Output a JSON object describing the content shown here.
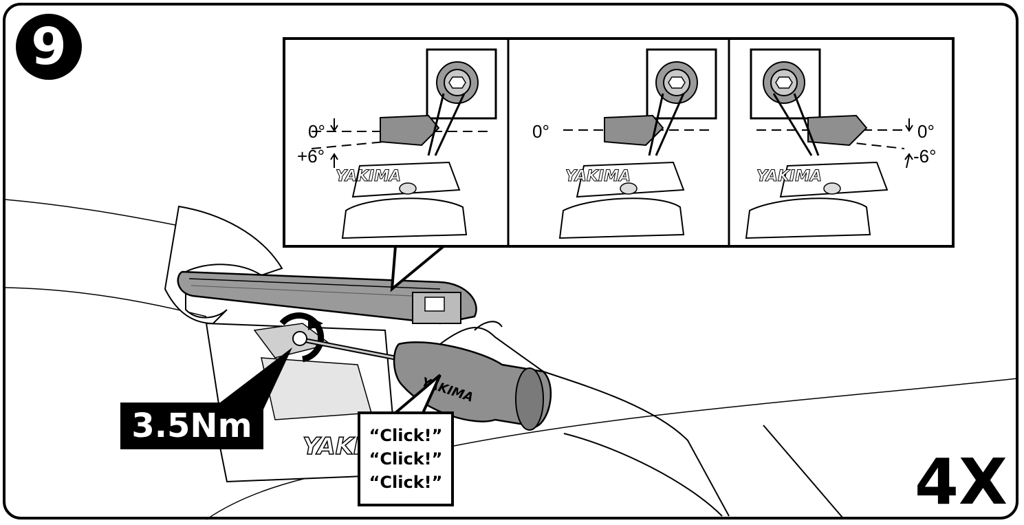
{
  "step": {
    "number": "9"
  },
  "panels": [
    {
      "upper_angle": "0°",
      "lower_angle": "+6°",
      "brand": "YAKIMA"
    },
    {
      "center_angle": "0°",
      "brand": "YAKIMA"
    },
    {
      "upper_angle": "0°",
      "lower_angle": "-6°",
      "brand": "YAKIMA"
    }
  ],
  "torque": {
    "label": "3.5Nm"
  },
  "sound": {
    "lines": [
      "“Click!”",
      "“Click!”",
      "“Click!”"
    ]
  },
  "quantity": {
    "label": "4X"
  },
  "tower_brand": "YAKIMA",
  "tool_brand": "YAKIMA",
  "colors": {
    "ink": "#000000",
    "part_gray": "#9a9a9a",
    "paper": "#ffffff"
  }
}
